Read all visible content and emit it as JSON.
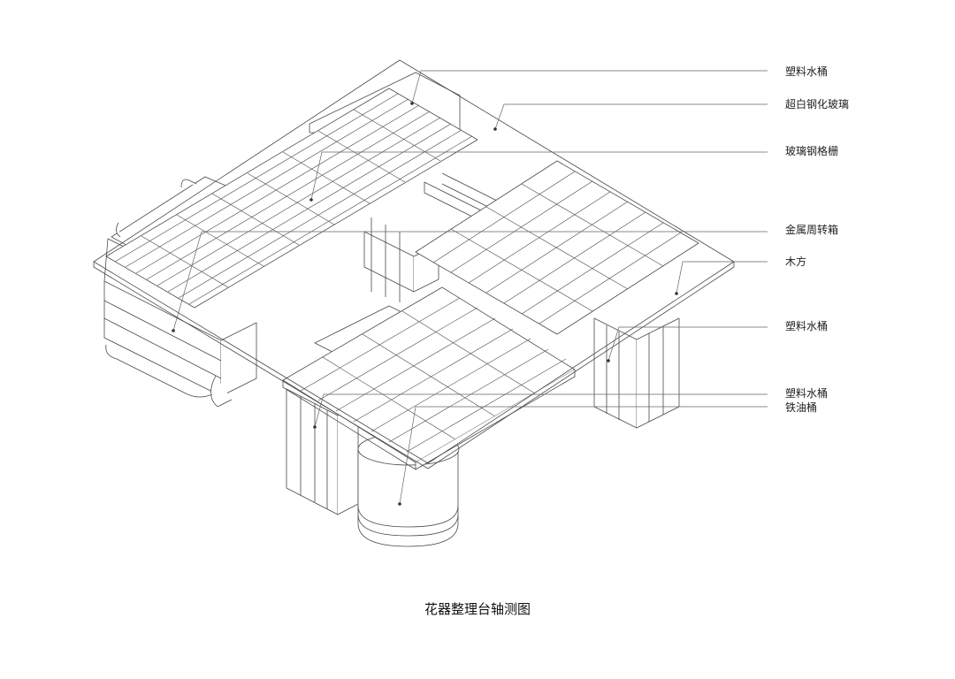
{
  "labels": [
    {
      "key": "plastic_bucket_top",
      "text": "塑料水桶"
    },
    {
      "key": "ultra_clear_glass",
      "text": "超白钢化玻璃"
    },
    {
      "key": "frp_grating",
      "text": "玻璃钢格栅"
    },
    {
      "key": "metal_tote",
      "text": "金属周转箱"
    },
    {
      "key": "timber",
      "text": "木方"
    },
    {
      "key": "plastic_bucket_right",
      "text": "塑料水桶"
    },
    {
      "key": "plastic_bucket_front",
      "text": "塑料水桶"
    },
    {
      "key": "iron_oil_drum",
      "text": "铁油桶"
    }
  ],
  "caption": "花器整理台轴测图",
  "colors": {
    "line": "#4a4a4a",
    "leader": "#666666",
    "text": "#222222"
  }
}
